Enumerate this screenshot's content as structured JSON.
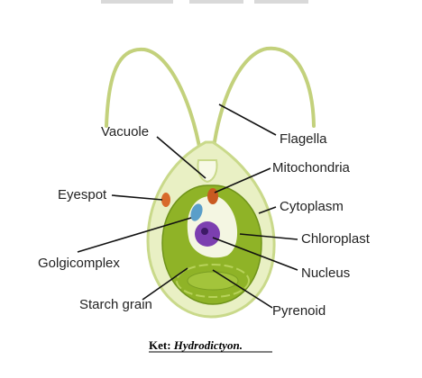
{
  "diagram": {
    "caption_prefix": "Ket: ",
    "caption_name": "Hydrodictyon.",
    "labels": {
      "flagella": "Flagella",
      "vacuole": "Vacuole",
      "mitochondria": "Mitochondria",
      "eyespot": "Eyespot",
      "cytoplasm": "Cytoplasm",
      "chloroplast": "Chloroplast",
      "golgicomplex": "Golgicomplex",
      "nucleus": "Nucleus",
      "starch_grain": "Starch grain",
      "pyrenoid": "Pyrenoid"
    },
    "colors": {
      "cell_wall": "#c9d98a",
      "cytoplasm_fill": "#e9f0c4",
      "chloroplast": "#8fb327",
      "chloroplast_dark": "#6f931a",
      "vacuole": "#f4f6e2",
      "nucleus": "#7c3fb0",
      "nucleolus": "#3d1a66",
      "eyespot": "#d86a2b",
      "mitochondria": "#c95a21",
      "golgi": "#5a9ec9",
      "line": "#111111"
    }
  }
}
